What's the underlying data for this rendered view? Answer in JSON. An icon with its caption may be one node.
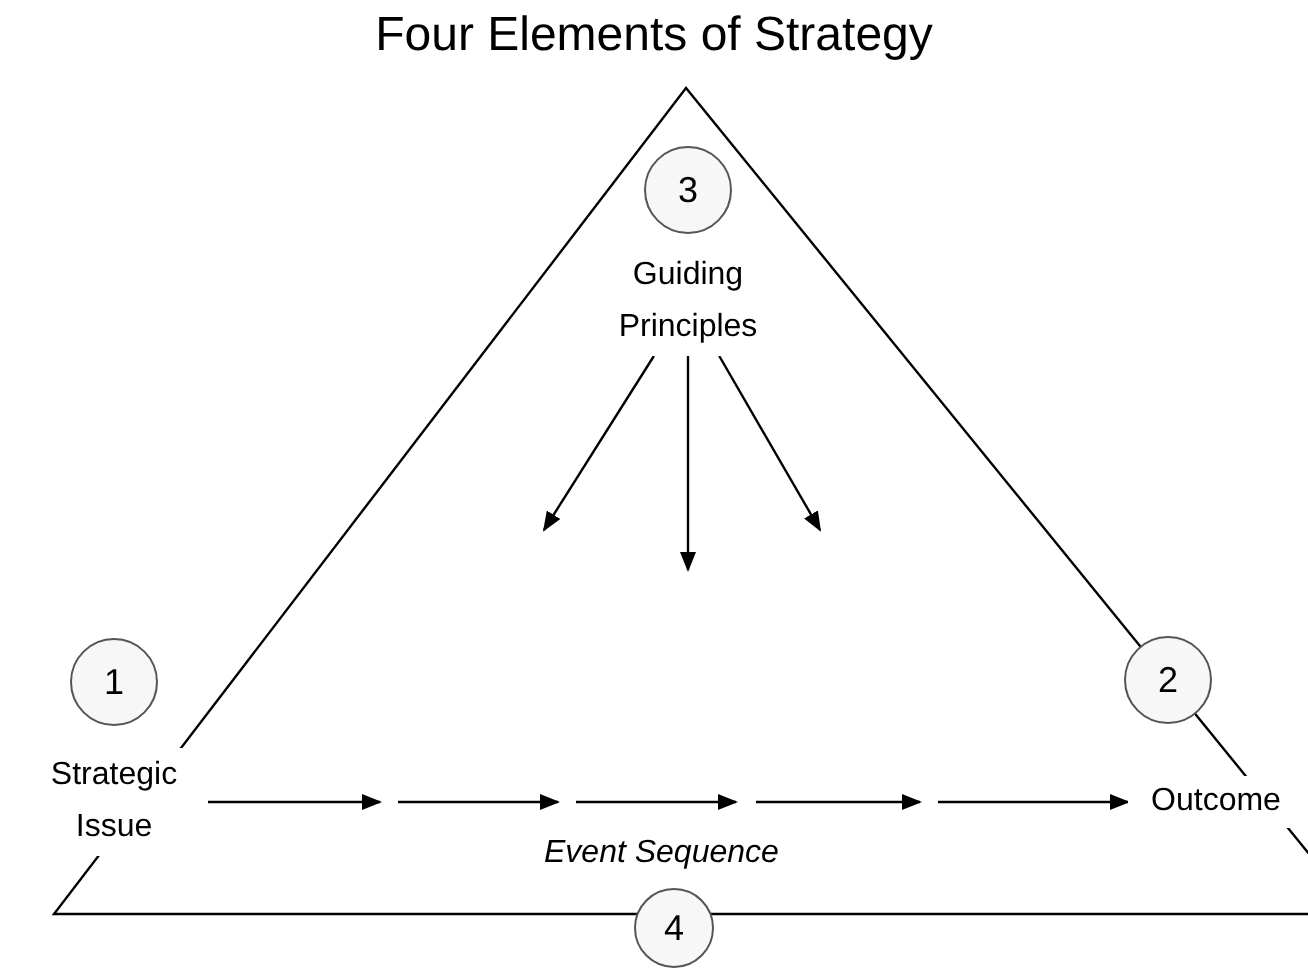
{
  "diagram": {
    "title": "Four Elements of Strategy",
    "nodes": [
      {
        "text": [
          "3"
        ]
      },
      {
        "text": [
          "Guiding Principles"
        ]
      },
      {
        "text": [
          "1"
        ]
      },
      {
        "text": [
          "Strategic Issue"
        ]
      },
      {
        "text": [
          "2"
        ]
      },
      {
        "text": [
          "Outcome"
        ]
      },
      {
        "text": [
          "4"
        ]
      }
    ],
    "edges": [
      {
        "from": 1,
        "to": null,
        "arrow": "to"
      },
      {
        "from": 1,
        "to": null,
        "arrow": "to"
      },
      {
        "from": 1,
        "to": null,
        "arrow": "to"
      },
      {
        "from": 3,
        "to": null,
        "arrow": "to"
      },
      {
        "from": null,
        "to": 5,
        "arrow": "to"
      }
    ],
    "labels": [
      "Event Sequence"
    ]
  }
}
